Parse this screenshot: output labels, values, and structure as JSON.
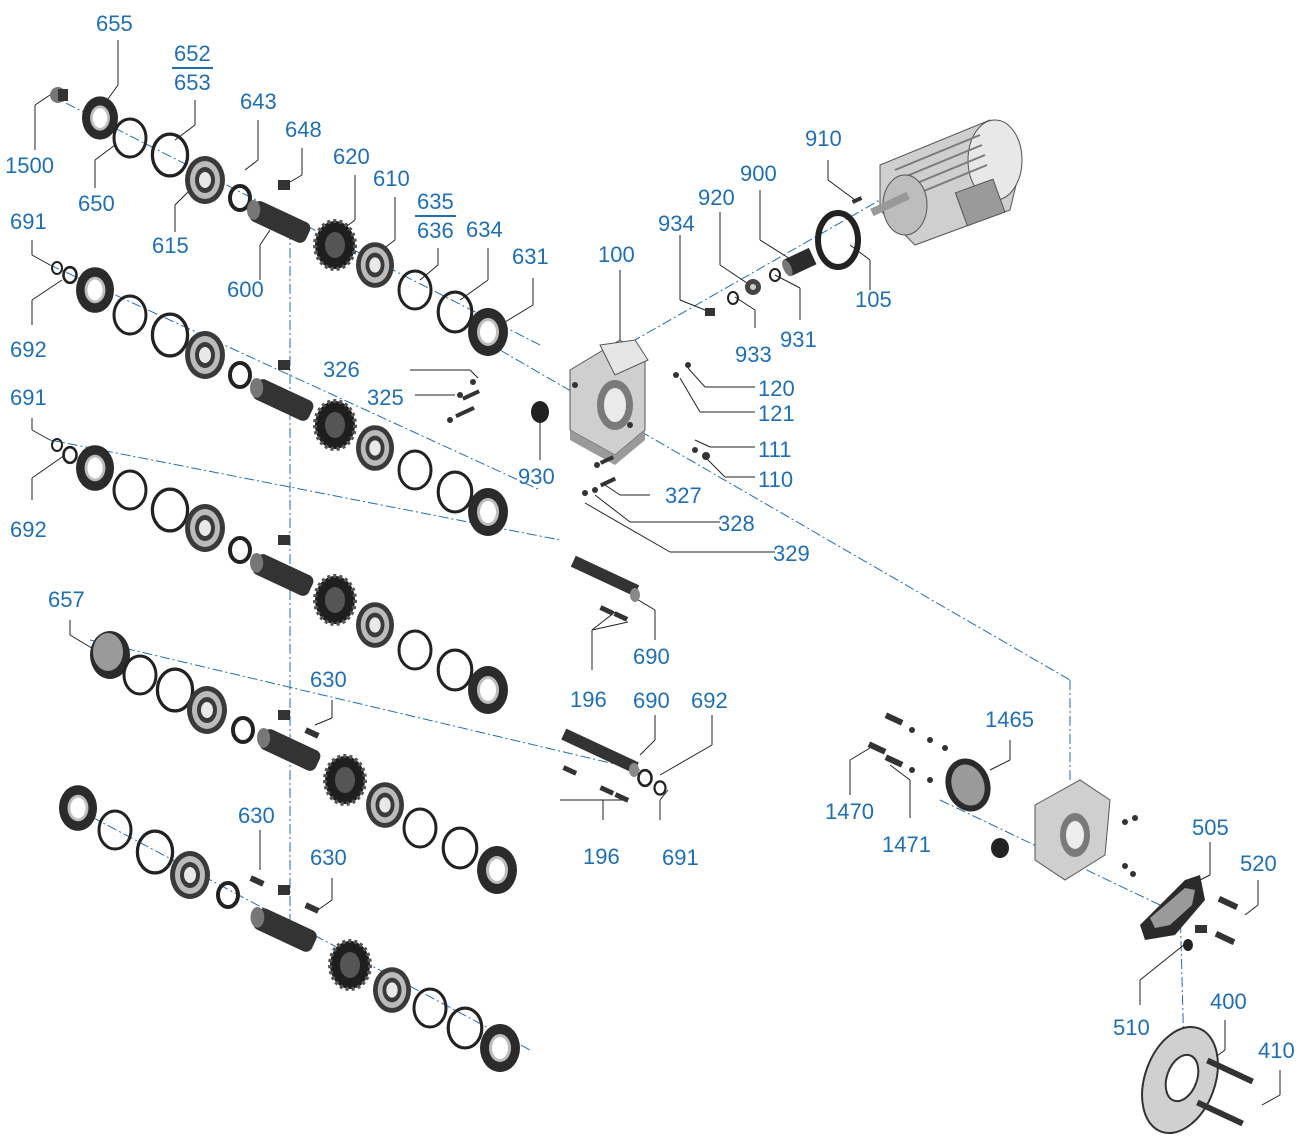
{
  "callouts": {
    "c655": "655",
    "c652": "652",
    "c653": "653",
    "c643": "643",
    "c648": "648",
    "c620": "620",
    "c610": "610",
    "c635": "635",
    "c636": "636",
    "c634": "634",
    "c631": "631",
    "c1500": "1500",
    "c650": "650",
    "c615": "615",
    "c600": "600",
    "c691a": "691",
    "c692a": "692",
    "c691b": "691",
    "c692b": "692",
    "c657": "657",
    "c630a": "630",
    "c630b": "630",
    "c630c": "630",
    "c100": "100",
    "c934": "934",
    "c920": "920",
    "c900": "900",
    "c910": "910",
    "c105": "105",
    "c931": "931",
    "c933": "933",
    "c326": "326",
    "c325": "325",
    "c120": "120",
    "c121": "121",
    "c111": "111",
    "c110": "110",
    "c930": "930",
    "c327": "327",
    "c328": "328",
    "c329": "329",
    "c690a": "690",
    "c196a": "196",
    "c690b": "690",
    "c692c": "692",
    "c196b": "196",
    "c691c": "691",
    "c1465": "1465",
    "c1470": "1470",
    "c1471": "1471",
    "c505": "505",
    "c520": "520",
    "c510": "510",
    "c400": "400",
    "c410": "410"
  },
  "colors": {
    "callout": "#1f6fb5",
    "axis": "#1f6fb5",
    "part_dark": "#2b2b2b",
    "part_mid": "#8c8c8c",
    "part_light": "#d6d6d6"
  }
}
